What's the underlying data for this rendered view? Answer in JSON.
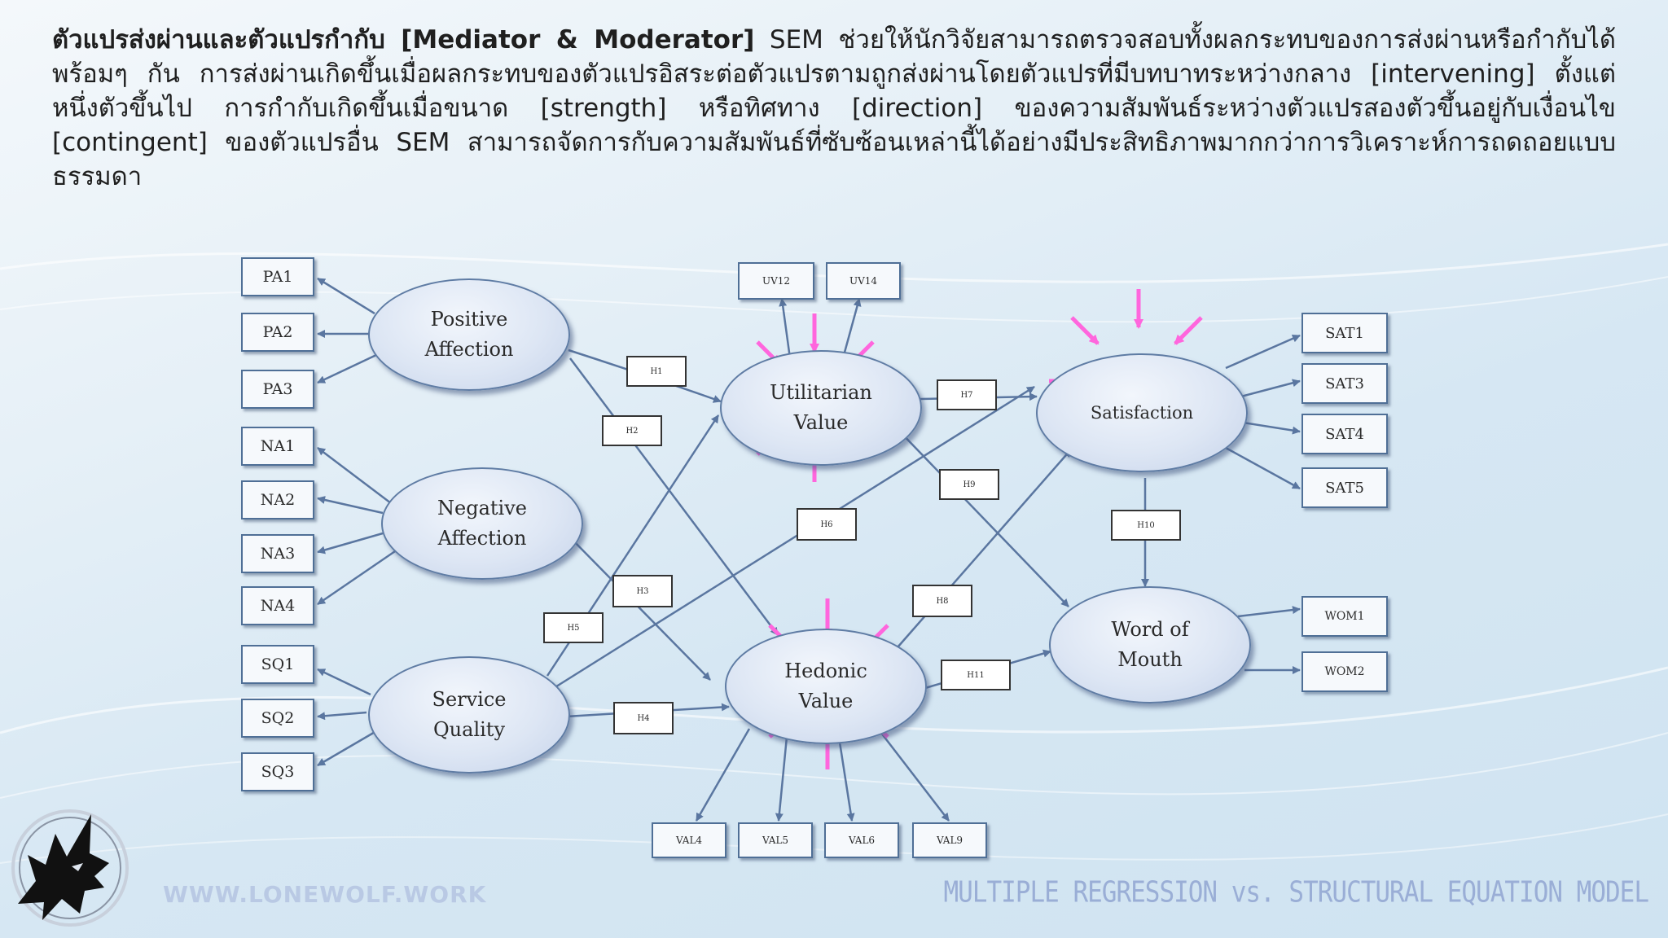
{
  "paragraph": {
    "heading": "ตัวแปรส่งผ่านและตัวแปรกำกับ [Mediator & Moderator]",
    "body": " SEM ช่วยให้นักวิจัยสามารถตรวจสอบทั้งผลกระทบของการส่งผ่านหรือกำกับได้พร้อมๆ กัน การส่งผ่านเกิดขึ้นเมื่อผลกระทบของตัวแปรอิสระต่อตัวแปรตามถูกส่งผ่านโดยตัวแปรที่มีบทบาทระหว่างกลาง [intervening] ตั้งแต่หนึ่งตัวขึ้นไป การกำกับเกิดขึ้นเมื่อขนาด [strength] หรือทิศทาง [direction] ของความสัมพันธ์ระหว่างตัวแปรสองตัวขึ้นอยู่กับเงื่อนไข [contingent] ของตัวแปรอื่น SEM สามารถจัดการกับความสัมพันธ์ที่ซับซ้อนเหล่านี้ได้อย่างมีประสิทธิภาพมากกว่าการวิเคราะห์การถดถอยแบบธรรมดา"
  },
  "diagram": {
    "constructs": {
      "pa": [
        "Positive",
        "Affection"
      ],
      "na": [
        "Negative",
        "Affection"
      ],
      "sq": [
        "Service",
        "Quality"
      ],
      "uv": [
        "Utilitarian",
        "Value"
      ],
      "hv": [
        "Hedonic",
        "Value"
      ],
      "sat": [
        "Satisfaction"
      ],
      "wom": [
        "Word of",
        "Mouth"
      ]
    },
    "indicators": {
      "pa": [
        "PA1",
        "PA2",
        "PA3"
      ],
      "na": [
        "NA1",
        "NA2",
        "NA3",
        "NA4"
      ],
      "sq": [
        "SQ1",
        "SQ2",
        "SQ3"
      ],
      "uv": [
        "UV12",
        "UV14"
      ],
      "hv": [
        "VAL4",
        "VAL5",
        "VAL6",
        "VAL9"
      ],
      "sat": [
        "SAT1",
        "SAT3",
        "SAT4",
        "SAT5"
      ],
      "wom": [
        "WOM1",
        "WOM2"
      ]
    },
    "hypotheses": [
      "H1",
      "H2",
      "H3",
      "H4",
      "H5",
      "H6",
      "H7",
      "H8",
      "H9",
      "H10",
      "H11"
    ],
    "colors": {
      "arrow": "#5a76a0",
      "highlight_arrow": "#ff66dd",
      "box_border": "#4f6f96"
    }
  },
  "footer": {
    "url": "WWW.LONEWOLF.WORK",
    "title": "MULTIPLE REGRESSION vs. STRUCTURAL EQUATION MODEL",
    "logo_icon": "wolf-head-icon"
  }
}
